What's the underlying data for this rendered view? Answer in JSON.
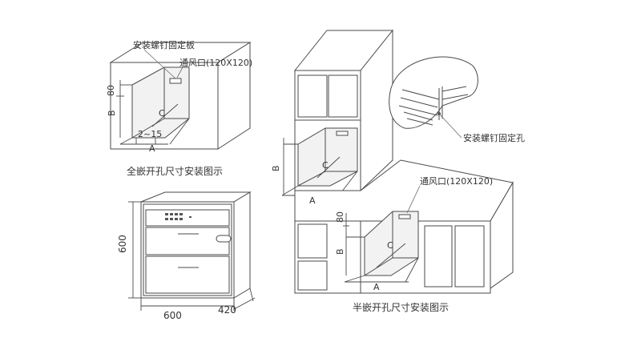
{
  "full_embed": {
    "label_mount_plate": "安装螺钉固定板",
    "label_vent": "通风口(120X120)",
    "dim_80": "80",
    "dim_B": "B",
    "dim_C": "C",
    "dim_2_15": "2~15",
    "dim_A": "A",
    "caption": "全嵌开孔尺寸安装图示"
  },
  "product": {
    "dim_height": "600",
    "dim_width": "600",
    "dim_depth": "420"
  },
  "half_embed": {
    "label_mount_hole": "安装螺钉固定孔",
    "label_vent": "通风口(120X120)",
    "upper_dim_B": "B",
    "upper_dim_C": "C",
    "upper_dim_A": "A",
    "lower_dim_80": "80",
    "lower_dim_B": "B",
    "lower_dim_C": "C",
    "lower_dim_A": "A",
    "caption": "半嵌开孔尺寸安装图示"
  }
}
